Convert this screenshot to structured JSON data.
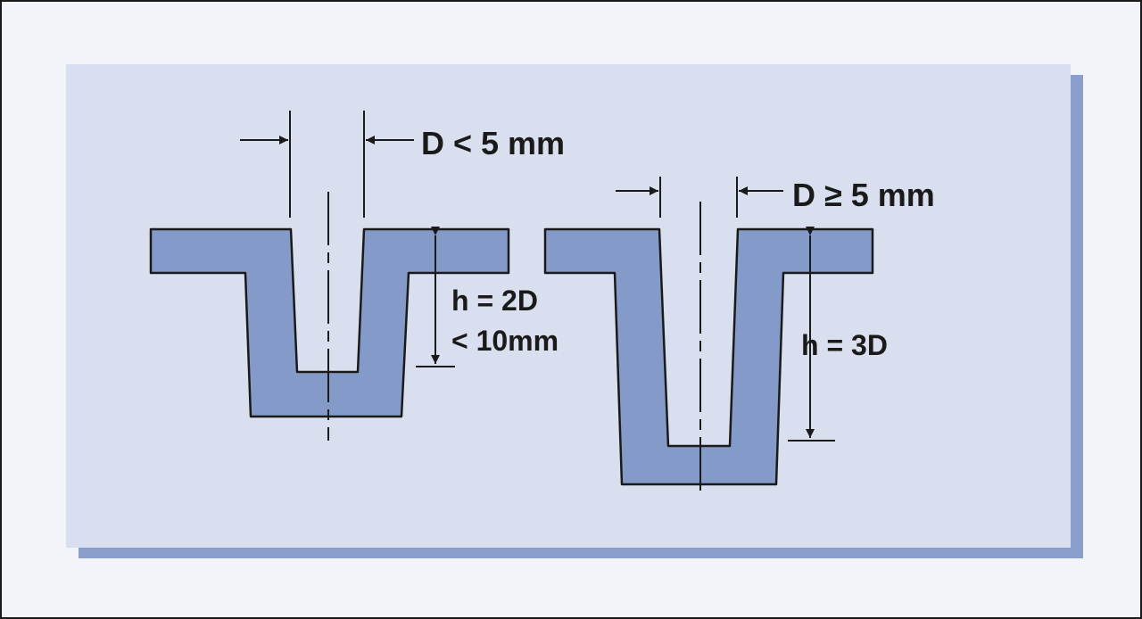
{
  "colors": {
    "frame_bg": "#f3f4fa",
    "panel": "#dadfef",
    "panel_shadow": "#8a9fcb",
    "part_fill": "#849bc9",
    "ink": "#1a1a1a"
  },
  "left_part": {
    "diameter_label": "D < 5 mm",
    "height_label_line1": "h = 2D",
    "height_label_line2": "< 10mm"
  },
  "right_part": {
    "diameter_label": "D ≥ 5 mm",
    "height_label": "h = 3D"
  }
}
